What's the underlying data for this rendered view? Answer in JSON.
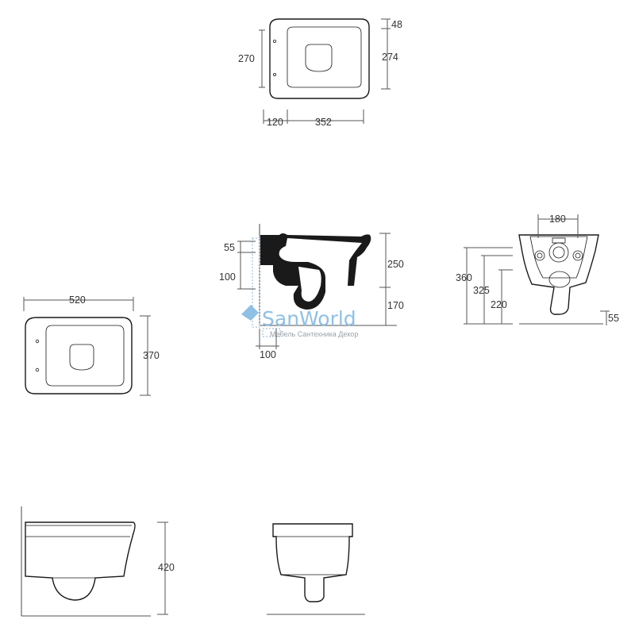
{
  "watermark": {
    "brand": "SanWorld",
    "tagline": "Мебель Сантехника Декор"
  },
  "top_view": {
    "dims": {
      "w1": "120",
      "w2": "352",
      "h_left": "270",
      "h_right": "274",
      "top": "48"
    }
  },
  "side_section": {
    "dims": {
      "a": "55",
      "b": "100",
      "c": "250",
      "d": "170",
      "e": "100"
    }
  },
  "back_view": {
    "dims": {
      "top": "180",
      "h1": "360",
      "h2": "325",
      "h3": "220",
      "bottom": "55"
    }
  },
  "plan_view": {
    "dims": {
      "width": "520",
      "depth": "370"
    }
  },
  "elevation_view": {
    "dims": {
      "height": "420"
    }
  }
}
